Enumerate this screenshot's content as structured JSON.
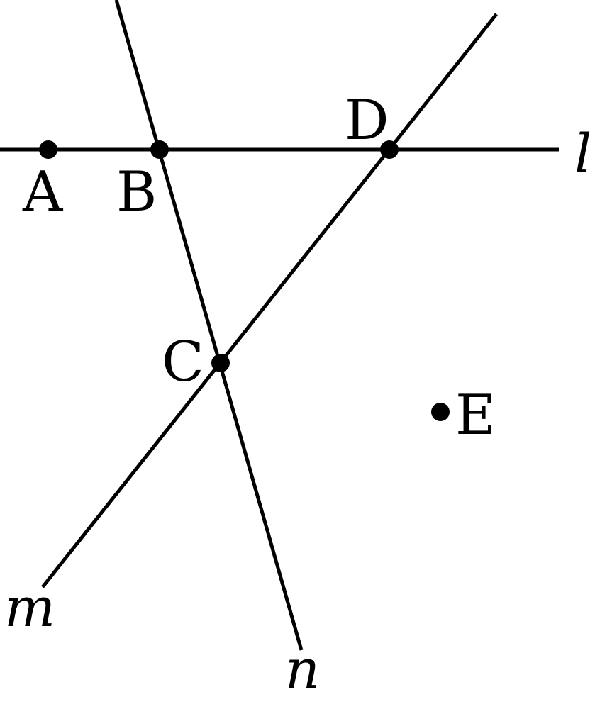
{
  "figure": {
    "points": [
      {
        "id": "A",
        "label": "A"
      },
      {
        "id": "B",
        "label": "B"
      },
      {
        "id": "C",
        "label": "C"
      },
      {
        "id": "D",
        "label": "D"
      },
      {
        "id": "E",
        "label": "E"
      }
    ],
    "lines": [
      {
        "id": "l",
        "label": "l",
        "through": [
          "A",
          "B",
          "D"
        ]
      },
      {
        "id": "m",
        "label": "m",
        "through": [
          "C",
          "D"
        ]
      },
      {
        "id": "n",
        "label": "n",
        "through": [
          "B",
          "C"
        ]
      }
    ],
    "colors": {
      "stroke": "#000000",
      "background": "#ffffff"
    }
  }
}
